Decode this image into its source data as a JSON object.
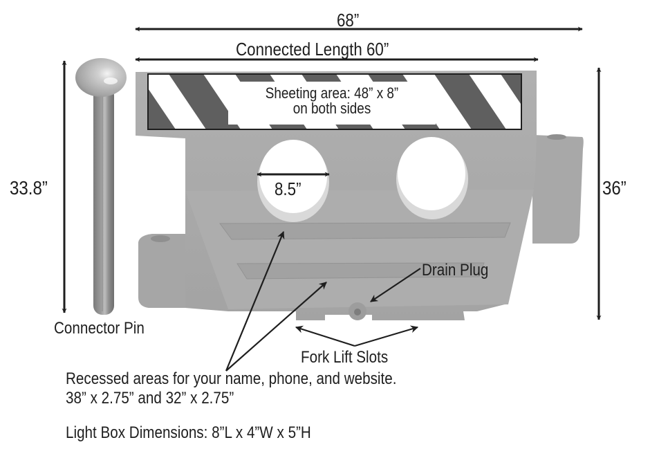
{
  "title": "Water-filled barrier dimension diagram",
  "colors": {
    "barrier_body": "#a9a9a9",
    "barrier_light": "#b8b8b8",
    "barrier_shadow": "#969696",
    "stripe_dark": "#5f5f5f",
    "stripe_light": "#ffffff",
    "arrow": "#1e1e1e",
    "text": "#1e1e1e"
  },
  "dimensions": {
    "overall_length": "68”",
    "connected_length": "Connected Length 60”",
    "pin_height": "33.8”",
    "barrier_height": "36”",
    "hole_diameter": "8.5”"
  },
  "sheeting": {
    "line1": "Sheeting area: 48” x 8”",
    "line2": "on both sides"
  },
  "callouts": {
    "connector_pin": "Connector Pin",
    "drain_plug": "Drain Plug",
    "fork_lift_slots": "Fork Lift Slots",
    "recessed_line1": "Recessed areas for your name, phone, and website.",
    "recessed_line2": "38” x 2.75” and 32” x 2.75”"
  },
  "light_box": "Light Box Dimensions:  8”L x 4”W x 5”H"
}
